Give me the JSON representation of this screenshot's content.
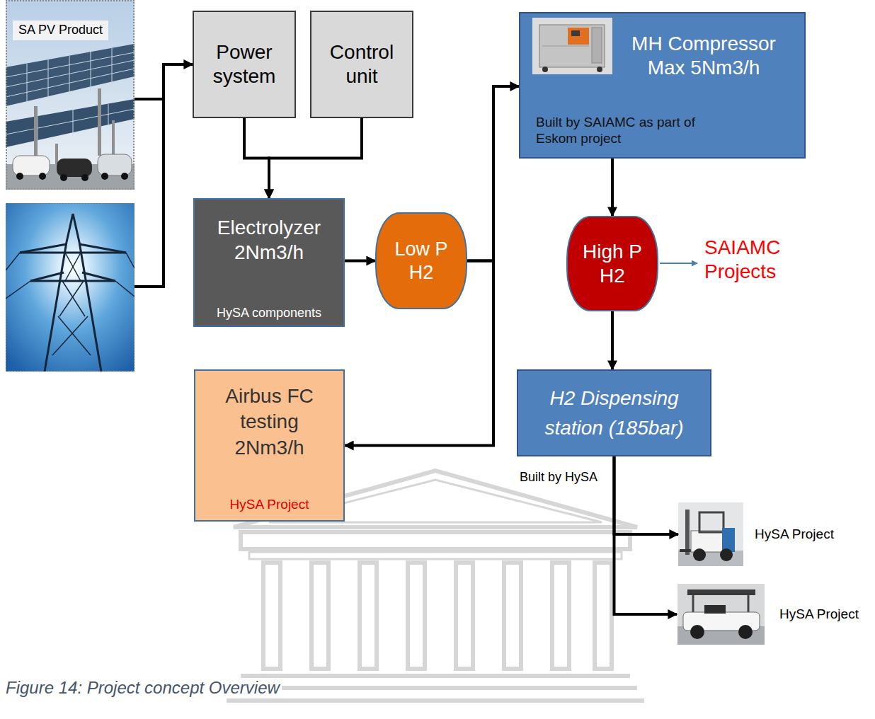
{
  "diagram": {
    "caption": "Figure 14: Project concept Overview",
    "nodes": [
      {
        "text": [
          "SA PV Product"
        ]
      },
      {
        "text": [
          "Power system"
        ]
      },
      {
        "text": [
          "Control unit"
        ]
      },
      {
        "text": [
          "Electrolyzer 2Nm3/h",
          "HySA components"
        ]
      },
      {
        "text": [
          "Low P H2"
        ]
      },
      {
        "text": [
          "MH Compressor Max 5Nm3/h",
          "Built by SAIAMC as part of Eskom project"
        ]
      },
      {
        "text": [
          "High P H2"
        ]
      },
      {
        "text": [
          "H2 Dispensing station (185bar)"
        ]
      },
      {
        "text": [
          "Airbus FC testing 2Nm3/h",
          "HySA Project"
        ]
      },
      {
        "text": [
          "HySA Project"
        ]
      },
      {
        "text": [
          "HySA Project"
        ]
      }
    ],
    "edges": [
      {
        "from": 0,
        "to": 1,
        "arrow": "to"
      },
      {
        "from": 1,
        "to": 3,
        "arrow": "to"
      },
      {
        "from": 2,
        "to": 3,
        "arrow": "to"
      },
      {
        "from": 3,
        "to": 4,
        "arrow": "to"
      },
      {
        "from": 4,
        "to": 5,
        "arrow": "to"
      },
      {
        "from": 4,
        "to": 8,
        "arrow": "to"
      },
      {
        "from": 5,
        "to": 6,
        "arrow": "to"
      },
      {
        "from": 6,
        "to": 7,
        "arrow": "to"
      },
      {
        "from": 7,
        "to": 9,
        "arrow": "to"
      },
      {
        "from": 7,
        "to": 10,
        "arrow": "to"
      }
    ],
    "labels": [
      "SAIAMC Projects",
      "Built by HySA"
    ]
  }
}
